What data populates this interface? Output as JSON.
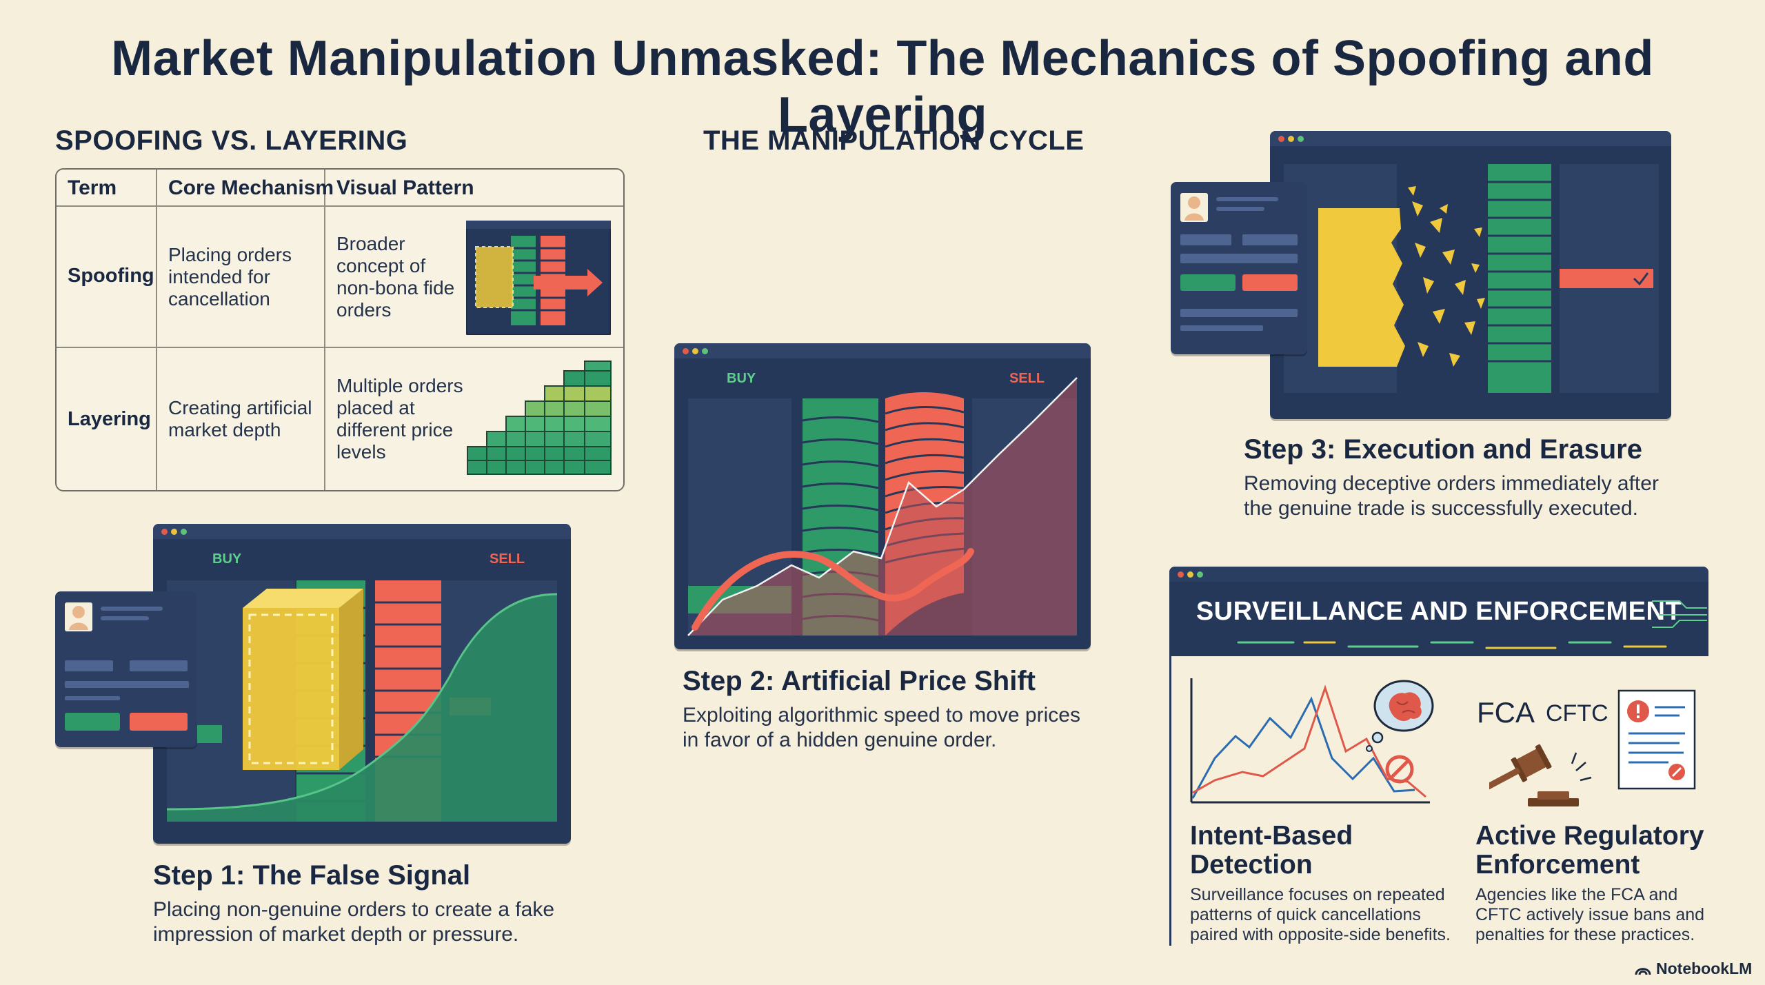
{
  "title": "Market Manipulation Unmasked: The Mechanics of Spoofing and Layering",
  "comparison": {
    "heading": "SPOOFING VS. LAYERING",
    "columns": [
      "Term",
      "Core Mechanism",
      "Visual Pattern"
    ],
    "rows": [
      {
        "term": "Spoofing",
        "mechanism": [
          "Placing orders",
          "intended for",
          "cancellation"
        ],
        "pattern": [
          "Broader",
          "concept of",
          "non-bona fide",
          "orders"
        ]
      },
      {
        "term": "Layering",
        "mechanism": [
          "Creating artificial",
          "market depth"
        ],
        "pattern": [
          "Multiple orders",
          "placed at",
          "different price",
          "levels"
        ]
      }
    ]
  },
  "cycle": {
    "heading": "THE MANIPULATION CYCLE",
    "buy_label": "BUY",
    "sell_label": "SELL",
    "steps": [
      {
        "title": "Step 1: The False Signal",
        "text": [
          "Placing non-genuine orders to create a fake",
          "impression of market depth or pressure."
        ]
      },
      {
        "title": "Step 2: Artificial Price Shift",
        "text": [
          "Exploiting algorithmic speed to move prices",
          "in favor of a hidden genuine order."
        ]
      },
      {
        "title": "Step 3: Execution and Erasure",
        "text": [
          "Removing deceptive orders immediately after",
          "the genuine trade is successfully executed."
        ]
      }
    ]
  },
  "surveillance": {
    "heading": "SURVEILLANCE AND ENFORCEMENT",
    "agencies": [
      "FCA",
      "CFTC"
    ],
    "items": [
      {
        "title": [
          "Intent-Based",
          "Detection"
        ],
        "text": [
          "Surveillance focuses on repeated",
          "patterns of quick cancellations",
          "paired with opposite-side benefits."
        ]
      },
      {
        "title": [
          "Active Regulatory",
          "Enforcement"
        ],
        "text": [
          "Agencies like the FCA and",
          "CFTC actively issue bans and",
          "penalties for these practices."
        ]
      }
    ]
  },
  "footer": {
    "brand": "NotebookLM"
  },
  "colors": {
    "navy": "#25385a",
    "green": "#2e9a68",
    "red": "#ef6654",
    "yellow": "#f0c93c",
    "background": "#f6efdc"
  }
}
